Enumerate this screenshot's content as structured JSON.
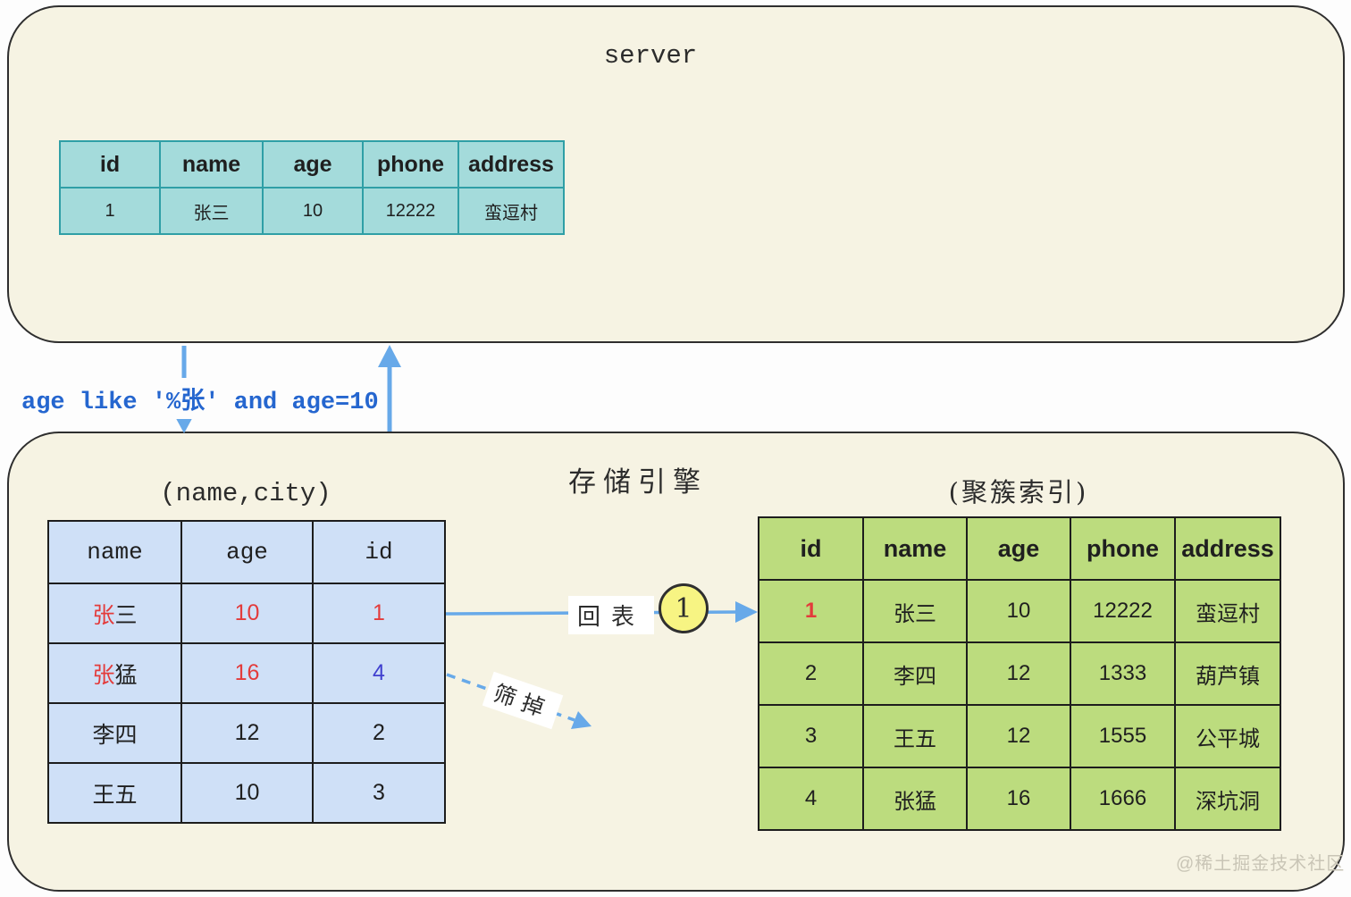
{
  "colors": {
    "box_background": "#f6f3e3",
    "teal_cell": "#a4dbdb",
    "teal_border": "#2f9fa6",
    "blue_cell": "#cfe0f7",
    "green_cell": "#bcdc7e",
    "arrow_blue": "#67a9e9",
    "query_text_blue": "#2566cf",
    "highlight_red": "#e33b3b",
    "id_blue": "#4040cf",
    "badge_yellow": "#f7f483"
  },
  "server_box": {
    "title": "server",
    "table": {
      "headers": [
        "id",
        "name",
        "age",
        "phone",
        "address"
      ],
      "row": [
        "1",
        "张三",
        "10",
        "12222",
        "蛮逗村"
      ]
    }
  },
  "query": {
    "text": "age like '%张' and age=10"
  },
  "storage_box": {
    "title": "存储引擎",
    "secondary_index": {
      "title": "(name,city)",
      "headers": [
        "name",
        "age",
        "id"
      ],
      "rows": [
        {
          "name_hl": "张",
          "name_rest": "三",
          "age": "10",
          "id": "1"
        },
        {
          "name_hl": "张",
          "name_rest": "猛",
          "age": "16",
          "id": "4"
        },
        {
          "name_hl": "",
          "name_rest": "李四",
          "age": "12",
          "id": "2"
        },
        {
          "name_hl": "",
          "name_rest": "王五",
          "age": "10",
          "id": "3"
        }
      ]
    },
    "clustered_index": {
      "title": "(聚簇索引)",
      "headers": [
        "id",
        "name",
        "age",
        "phone",
        "address"
      ],
      "rows": [
        [
          "1",
          "张三",
          "10",
          "12222",
          "蛮逗村"
        ],
        [
          "2",
          "李四",
          "12",
          "1333",
          "葫芦镇"
        ],
        [
          "3",
          "王五",
          "12",
          "1555",
          "公平城"
        ],
        [
          "4",
          "张猛",
          "16",
          "1666",
          "深坑洞"
        ]
      ]
    },
    "back_to_table_label": "回表",
    "badge": "1",
    "filter_out_label": "筛掉"
  },
  "watermark": "@稀土掘金技术社区"
}
